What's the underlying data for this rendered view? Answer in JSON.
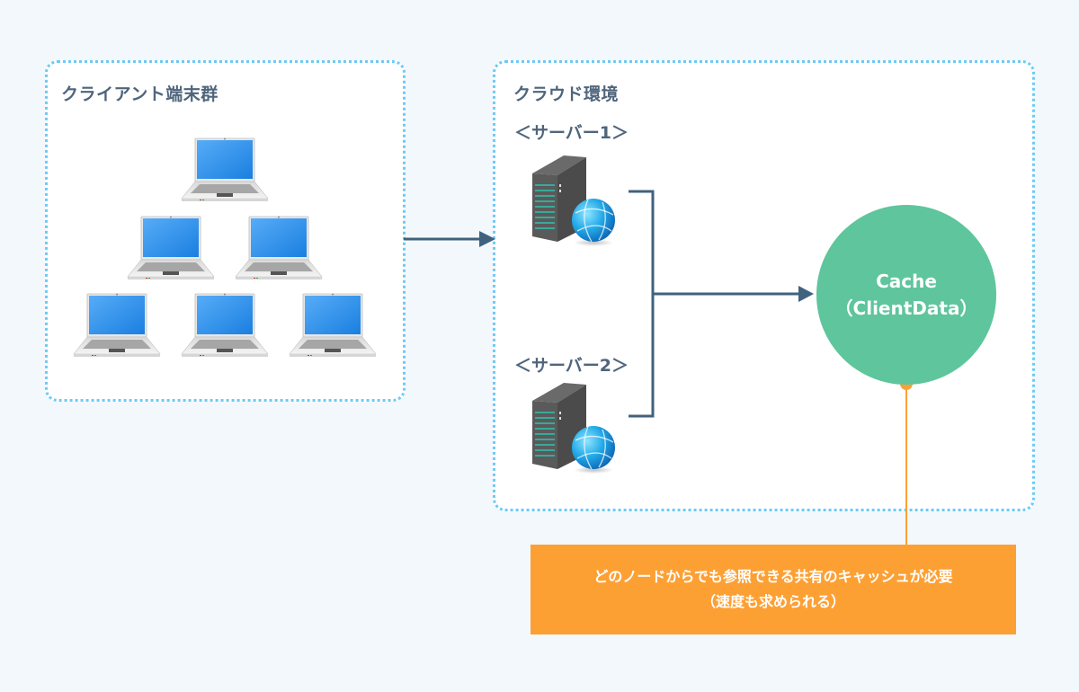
{
  "client_group": {
    "title": "クライアント端末群",
    "laptop_count": 6,
    "icon": "laptop-icon"
  },
  "cloud_group": {
    "title": "クラウド環境",
    "servers": [
      {
        "label": "＜サーバー1＞",
        "icon": "web-server-icon"
      },
      {
        "label": "＜サーバー2＞",
        "icon": "web-server-icon"
      }
    ]
  },
  "cache": {
    "line1": "Cache",
    "line2": "（ClientData）"
  },
  "note": {
    "line1": "どのノードからでも参照できる共有のキャッシュが必要",
    "line2": "（速度も求められる）"
  },
  "colors": {
    "background": "#f3f8fc",
    "group_border": "#6ccaf5",
    "title_text": "#4f657c",
    "connector": "#40627e",
    "cache_fill": "#5ec59c",
    "note_fill": "#fda034"
  }
}
